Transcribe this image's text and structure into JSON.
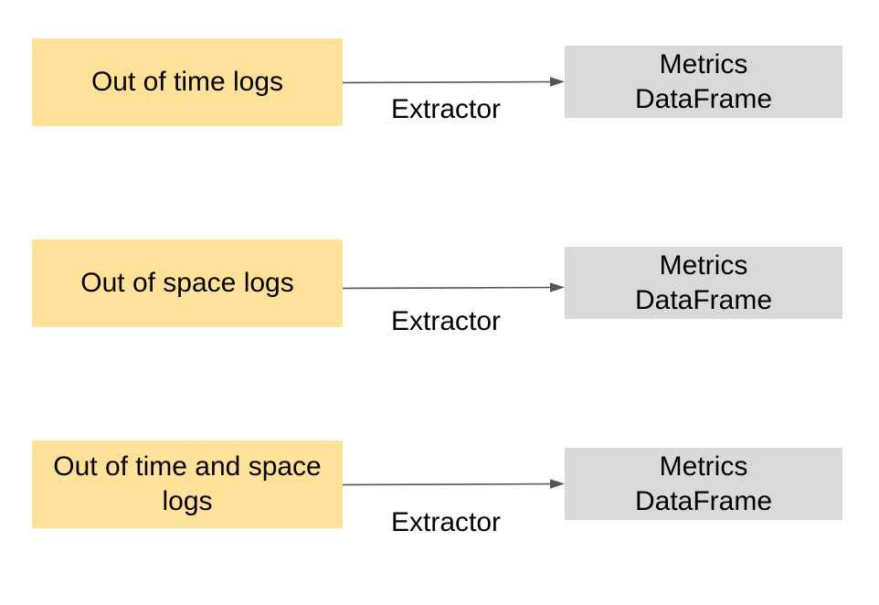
{
  "colors": {
    "source_fill": "#FFE199",
    "target_fill": "#D9D9D9",
    "arrow": "#555555"
  },
  "rows": [
    {
      "source_label": "Out of time logs",
      "edge_label": "Extractor",
      "target_line1": "Metrics",
      "target_line2": "DataFrame"
    },
    {
      "source_label": "Out of space logs",
      "edge_label": "Extractor",
      "target_line1": "Metrics",
      "target_line2": "DataFrame"
    },
    {
      "source_label": "Out of time and space logs",
      "edge_label": "Extractor",
      "target_line1": "Metrics",
      "target_line2": "DataFrame"
    }
  ]
}
